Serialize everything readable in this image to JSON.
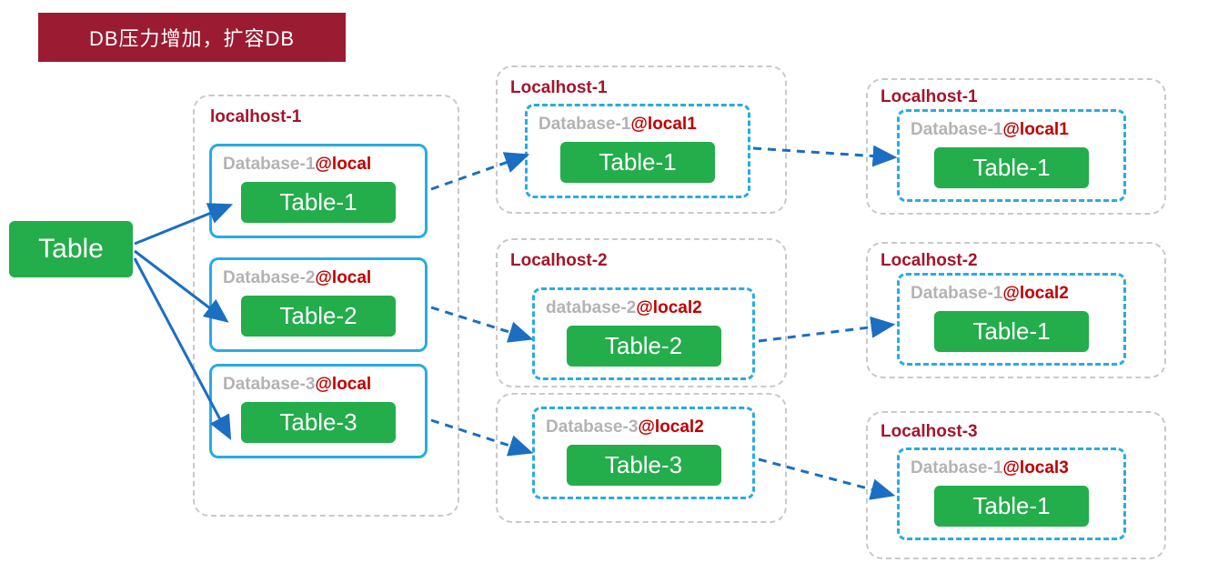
{
  "banner": {
    "text": "DB压力增加，扩容DB"
  },
  "source": {
    "label": "Table"
  },
  "col1": {
    "host": "localhost-1",
    "databases": [
      {
        "name": "Database-1",
        "at": "@local",
        "table": "Table-1"
      },
      {
        "name": "Database-2",
        "at": "@local",
        "table": "Table-2"
      },
      {
        "name": "Database-3",
        "at": "@local",
        "table": "Table-3"
      }
    ]
  },
  "col2": {
    "hosts": [
      {
        "host": "Localhost-1",
        "name": "Database-1",
        "at": "@local1",
        "table": "Table-1"
      },
      {
        "host": "Localhost-2",
        "name": "database-2",
        "at": "@local2",
        "table": "Table-2"
      },
      {
        "host": "",
        "name": "Database-3",
        "at": "@local2",
        "table": "Table-3"
      }
    ]
  },
  "col3": {
    "hosts": [
      {
        "host": "Localhost-1",
        "name": "Database-1",
        "at": "@local1",
        "table": "Table-1"
      },
      {
        "host": "Localhost-2",
        "name": "Database-1",
        "at": "@local2",
        "table": "Table-1"
      },
      {
        "host": "Localhost-3",
        "name": "Database-1",
        "at": "@local3",
        "table": "Table-1"
      }
    ]
  },
  "colors": {
    "banner_bg": "#9b1b32",
    "green": "#23ad4b",
    "blue_border": "#29abe2",
    "arrow_blue": "#1b6ec2",
    "gray_text": "#b3b3b3",
    "red_text": "#c00000",
    "host_label": "#a3152c",
    "container_border": "#c9c9c9"
  }
}
